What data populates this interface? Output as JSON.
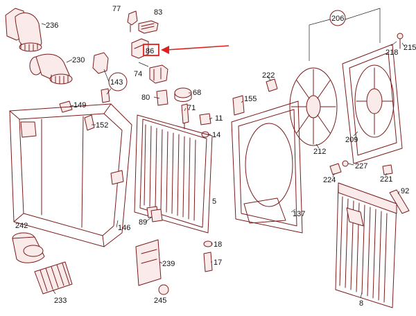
{
  "colors": {
    "line": "#7a1a1a",
    "fill": "#fbeaea",
    "label": "#111111",
    "highlight": "#e0201e",
    "background": "#ffffff"
  },
  "highlight": {
    "label": "86",
    "arrow": "red-arrow"
  },
  "labels": [
    "236",
    "77",
    "83",
    "206",
    "218",
    "215",
    "230",
    "86",
    "74",
    "222",
    "68",
    "143",
    "80",
    "155",
    "149",
    "71",
    "11",
    "152",
    "14",
    "212",
    "209",
    "227",
    "224",
    "221",
    "92",
    "5",
    "89",
    "137",
    "242",
    "146",
    "18",
    "239",
    "17",
    "245",
    "233",
    "8"
  ]
}
